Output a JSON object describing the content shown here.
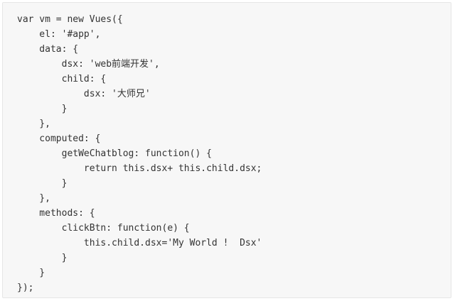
{
  "code": {
    "lines": [
      "var vm = new Vues({",
      "    el: '#app',",
      "    data: {",
      "        dsx: 'web前端开发',",
      "        child: {",
      "            dsx: '大师兄'",
      "        }",
      "    },",
      "    computed: {",
      "        getWeChatblog: function() {",
      "            return this.dsx+ this.child.dsx;",
      "        }",
      "    },",
      "    methods: {",
      "        clickBtn: function(e) {",
      "            this.child.dsx='My World !  Dsx'",
      "        }",
      "    }",
      "});"
    ]
  }
}
